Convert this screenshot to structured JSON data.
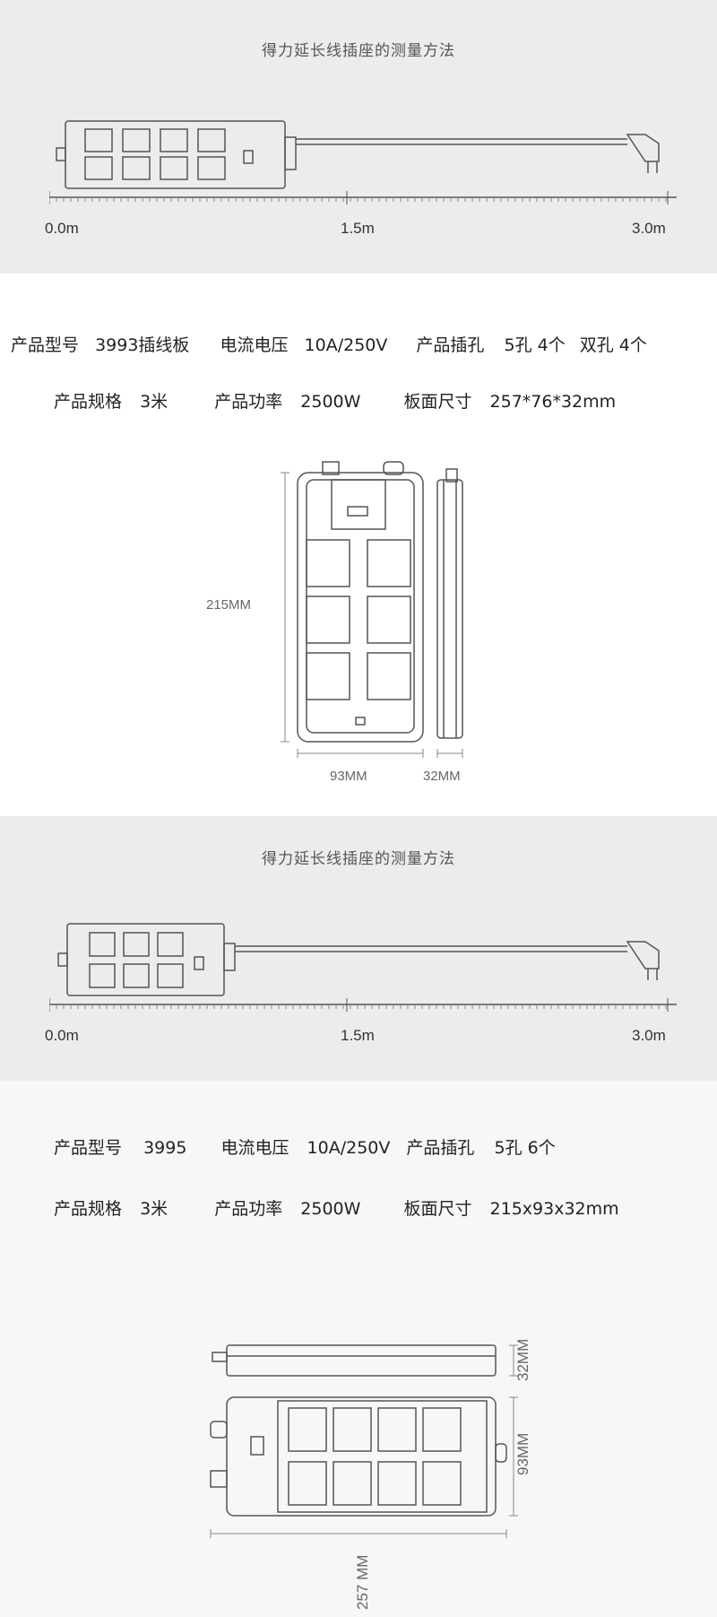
{
  "section1": {
    "title": "得力延长线插座的测量方法",
    "ruler": {
      "start": "0.0m",
      "mid": "1.5m",
      "end": "3.0m"
    },
    "specs": {
      "model_label": "产品型号",
      "model_value": "3993插线板",
      "current_label": "电流电压",
      "current_value": "10A/250V",
      "socket_label": "产品插孔",
      "socket_value1": "5孔 4个",
      "socket_value2": "双孔 4个",
      "size_label": "产品规格",
      "size_value": "3米",
      "power_label": "产品功率",
      "power_value": "2500W",
      "panel_label": "板面尺寸",
      "panel_value": "257*76*32mm"
    },
    "dims": {
      "height": "215MM",
      "width": "93MM",
      "depth": "32MM"
    }
  },
  "section2": {
    "title": "得力延长线插座的测量方法",
    "ruler": {
      "start": "0.0m",
      "mid": "1.5m",
      "end": "3.0m"
    },
    "specs": {
      "model_label": "产品型号",
      "model_value": "3995",
      "current_label": "电流电压",
      "current_value": "10A/250V",
      "socket_label": "产品插孔",
      "socket_value": "5孔 6个",
      "size_label": "产品规格",
      "size_value": "3米",
      "power_label": "产品功率",
      "power_value": "2500W",
      "panel_label": "板面尺寸",
      "panel_value": "215x93x32mm"
    },
    "dims": {
      "depth": "32MM",
      "width": "93MM",
      "length": "257 MM"
    }
  },
  "colors": {
    "band": "#ececec",
    "line": "#555555"
  }
}
